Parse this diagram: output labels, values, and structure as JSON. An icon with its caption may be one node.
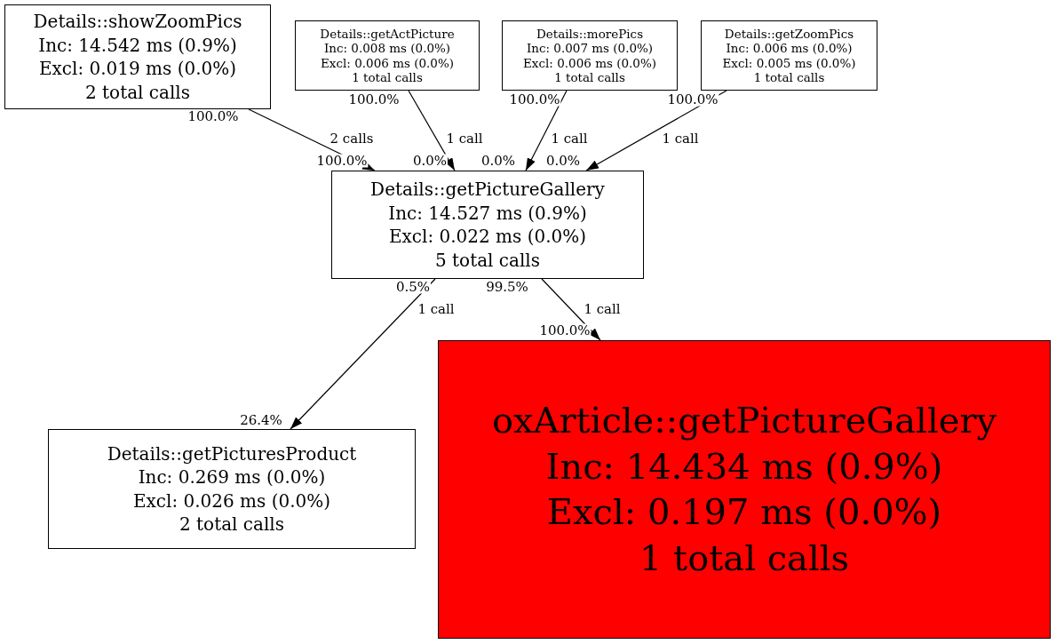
{
  "diagram": {
    "nodes": [
      {
        "text": [
          "Details::showZoomPics",
          "Inc: 14.542 ms (0.9%)",
          "Excl: 0.019 ms (0.0%)",
          "2 total calls"
        ]
      },
      {
        "text": [
          "Details::getActPicture",
          "Inc: 0.008 ms (0.0%)",
          "Excl: 0.006 ms (0.0%)",
          "1 total calls"
        ]
      },
      {
        "text": [
          "Details::morePics",
          "Inc: 0.007 ms (0.0%)",
          "Excl: 0.006 ms (0.0%)",
          "1 total calls"
        ]
      },
      {
        "text": [
          "Details::getZoomPics",
          "Inc: 0.006 ms (0.0%)",
          "Excl: 0.005 ms (0.0%)",
          "1 total calls"
        ]
      },
      {
        "text": [
          "Details::getPictureGallery",
          "Inc: 14.527 ms (0.9%)",
          "Excl: 0.022 ms (0.0%)",
          "5 total calls"
        ]
      },
      {
        "text": [
          "Details::getPicturesProduct",
          "Inc: 0.269 ms (0.0%)",
          "Excl: 0.026 ms (0.0%)",
          "2 total calls"
        ]
      },
      {
        "text": [
          "oxArticle::getPictureGallery",
          "Inc: 14.434 ms (0.9%)",
          "Excl: 0.197 ms (0.0%)",
          "1 total calls"
        ]
      }
    ],
    "edges": [
      {
        "from": 0,
        "to": 4,
        "arrow": "to",
        "label": "2 calls"
      },
      {
        "from": 1,
        "to": 4,
        "arrow": "to",
        "label": "1 call"
      },
      {
        "from": 2,
        "to": 4,
        "arrow": "to",
        "label": "1 call"
      },
      {
        "from": 3,
        "to": 4,
        "arrow": "to",
        "label": "1 call"
      },
      {
        "from": 4,
        "to": 5,
        "arrow": "to",
        "label": "1 call"
      },
      {
        "from": 4,
        "to": 6,
        "arrow": "to",
        "label": "1 call"
      }
    ],
    "labels": [
      "100.0%",
      "100.0%",
      "100.0%",
      "100.0%",
      "100.0%",
      "0.0%",
      "0.0%",
      "0.0%",
      "0.5%",
      "99.5%",
      "100.0%",
      "26.4%"
    ]
  }
}
